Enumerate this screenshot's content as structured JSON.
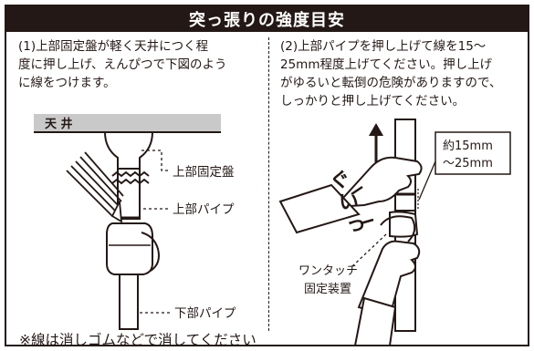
{
  "title": "突っ張りの強度目安",
  "left": {
    "lines": [
      "(1)上部固定盤が軽く天井につく程",
      "度に押し上げ、えんぴつで下図のよう",
      "に線をつけます。"
    ],
    "ceiling_label": "天 井",
    "labels": {
      "upper_plate": "上部固定盤",
      "upper_pipe": "上部パイプ",
      "lower_pipe": "下部パイプ"
    }
  },
  "right": {
    "lines": [
      "(2)上部パイプを押し上げて線を15～",
      "25mm程度上げてください。押し上げ",
      "がゆるいと転倒の危険がありますので、",
      "しっかりと押し上げてください。"
    ],
    "callout": [
      "約15mm",
      "～25mm"
    ],
    "sound": [
      "ぐ",
      "い",
      "っ"
    ],
    "lock_label": [
      "ワンタッチ",
      "固定装置"
    ]
  },
  "footnote": "※線は消しゴムなどで消してください"
}
